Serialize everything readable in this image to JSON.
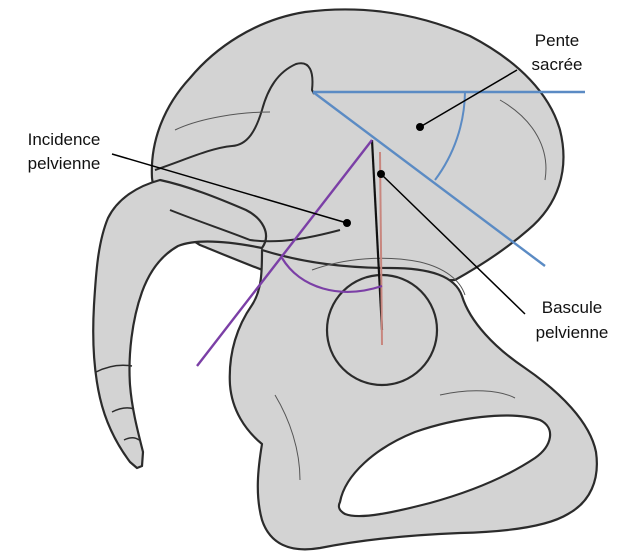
{
  "labels": {
    "pente_sacree": {
      "line1": "Pente",
      "line2": "sacrée"
    },
    "incidence_pelvienne": {
      "line1": "Incidence",
      "line2": "pelvienne"
    },
    "bascule_pelvienne": {
      "line1": "Bascule",
      "line2": "pelvienne"
    }
  },
  "colors": {
    "bone_fill": "#d3d3d3",
    "bone_outline": "#2b2b2b",
    "sacral_slope": "#5b8bc4",
    "pelvic_incidence": "#7b3fa6",
    "pelvic_tilt": "#c8867e",
    "vertical_reference": "#111111",
    "pointer": "#000000"
  }
}
